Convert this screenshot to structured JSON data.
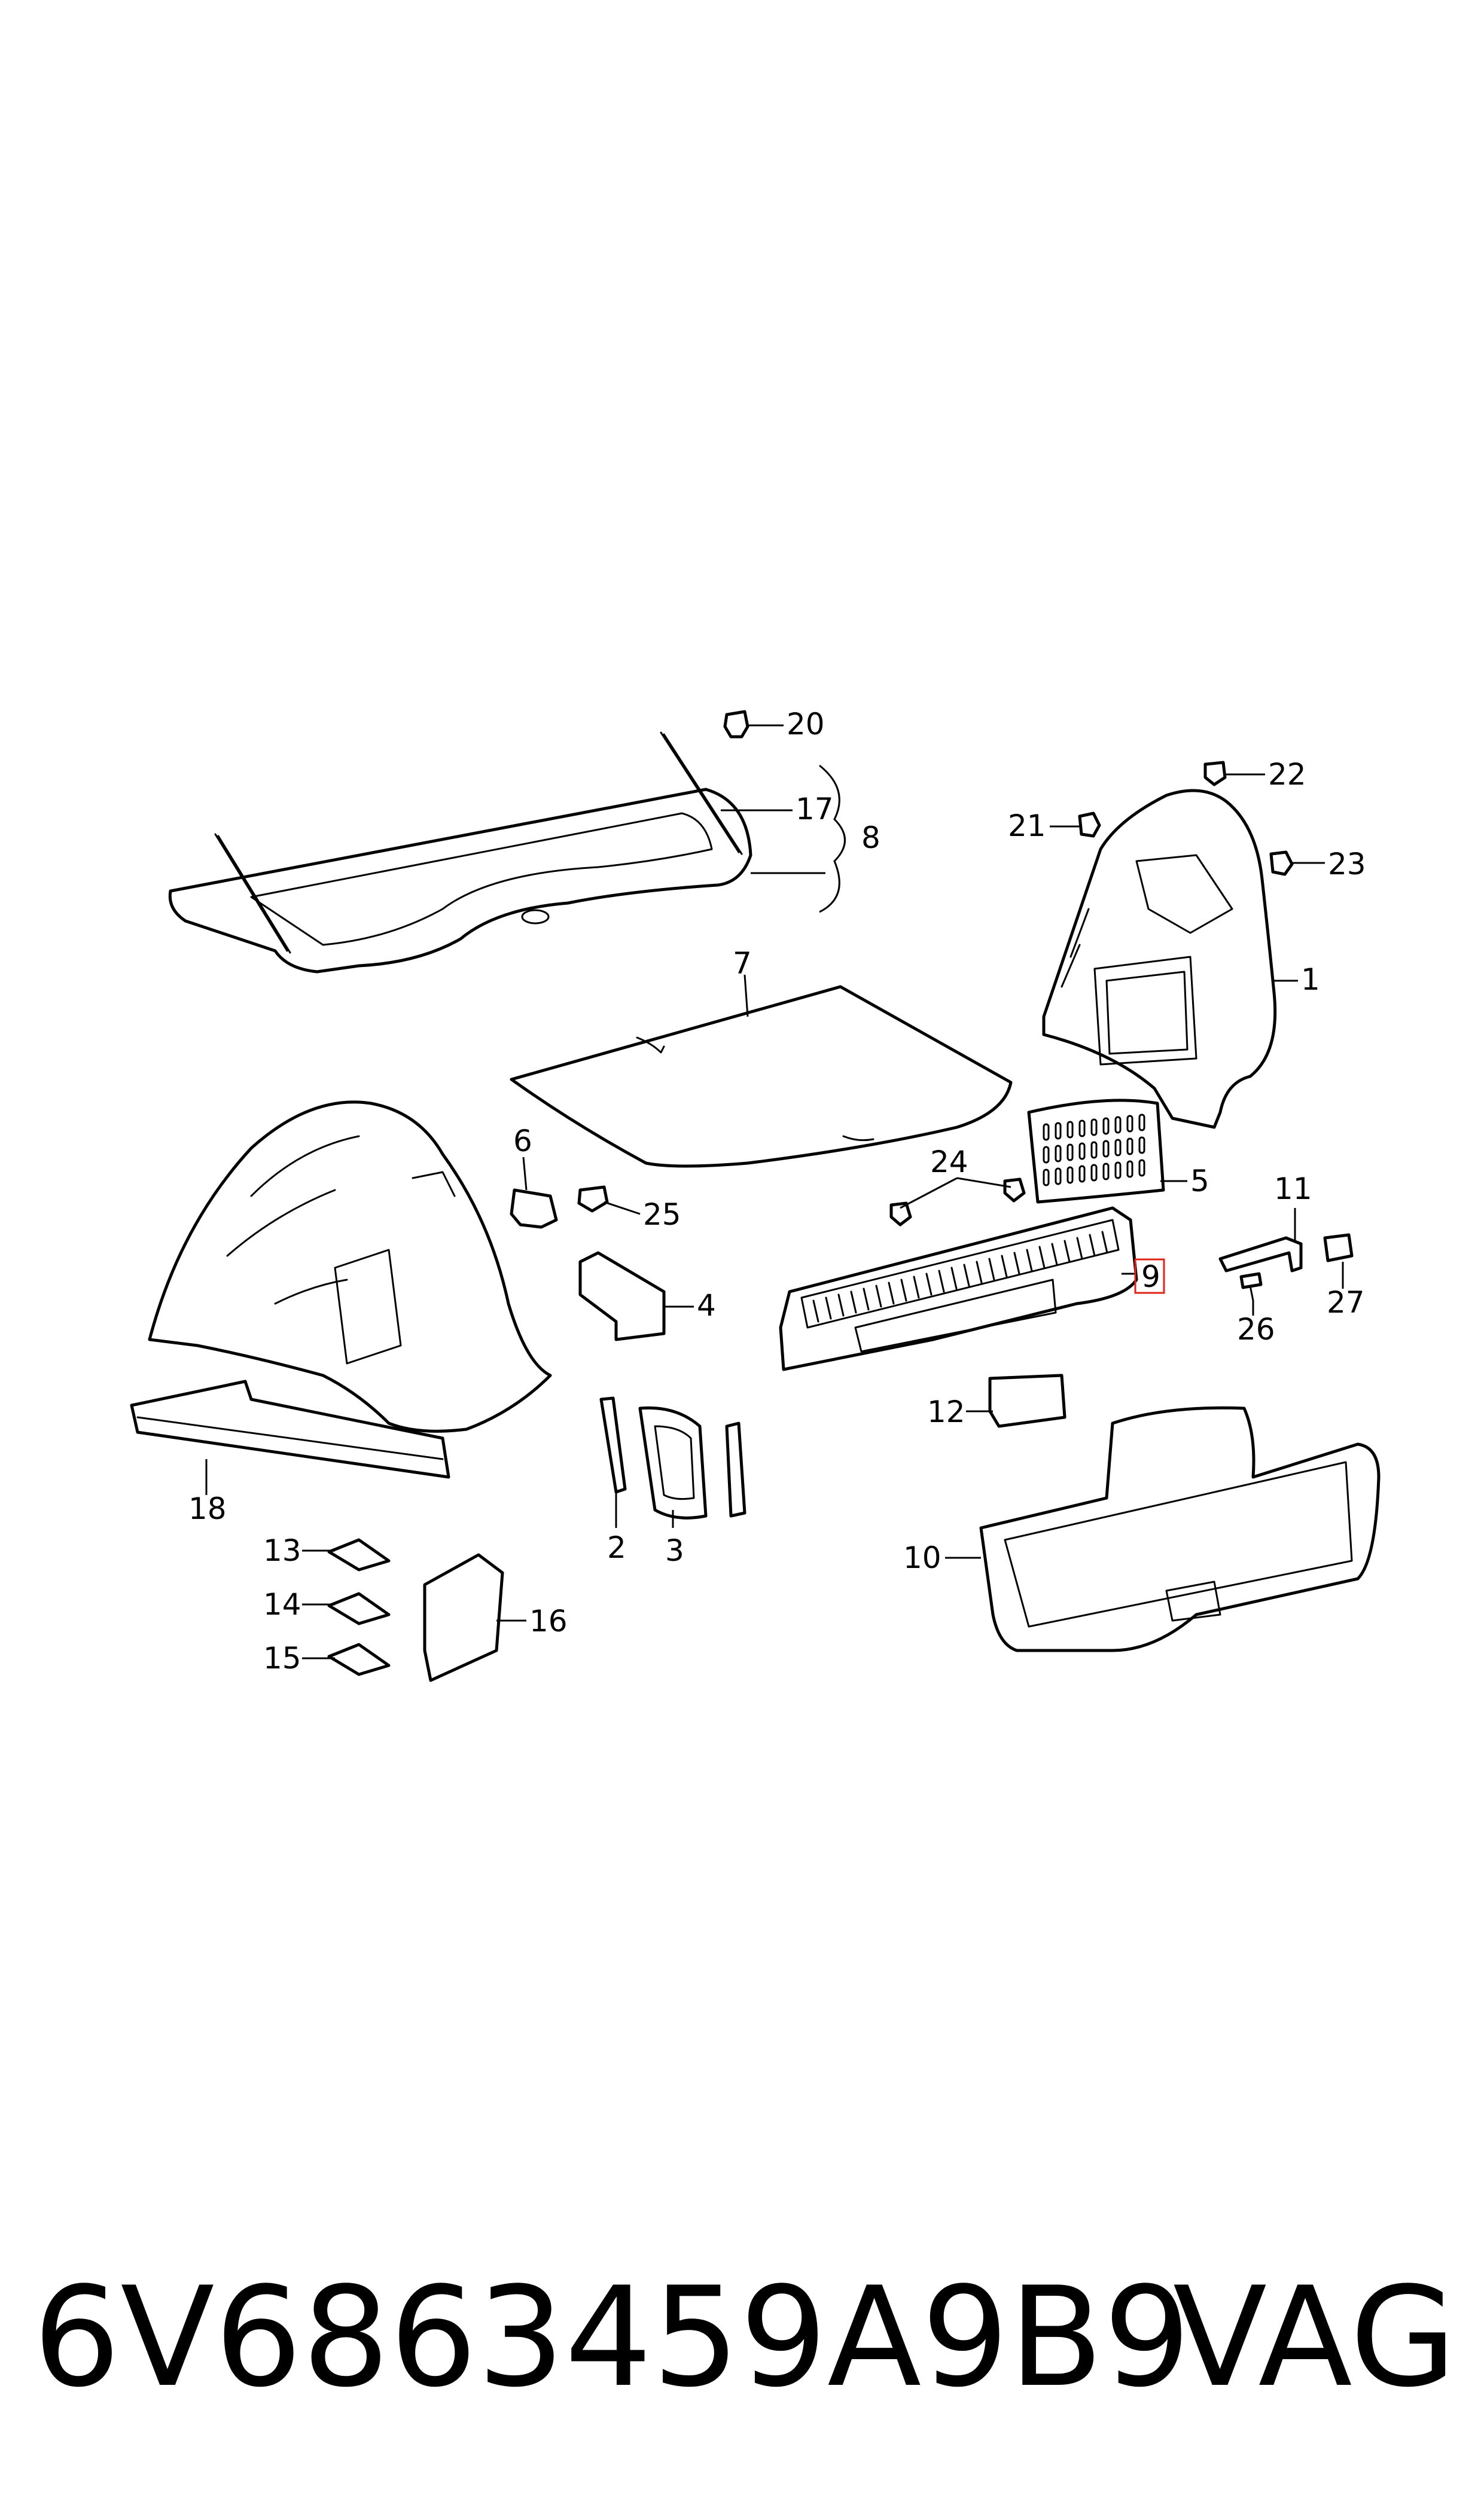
{
  "diagram": {
    "callouts": [
      "20",
      "17",
      "8",
      "22",
      "21",
      "23",
      "1",
      "7",
      "5",
      "6",
      "24",
      "25",
      "11",
      "4",
      "9",
      "27",
      "26",
      "12",
      "18",
      "2",
      "3",
      "10",
      "13",
      "14",
      "16",
      "15"
    ],
    "highlighted_callout": "9"
  },
  "footer": {
    "part_number": "6V6863459A9B9",
    "brand": "VAG"
  }
}
